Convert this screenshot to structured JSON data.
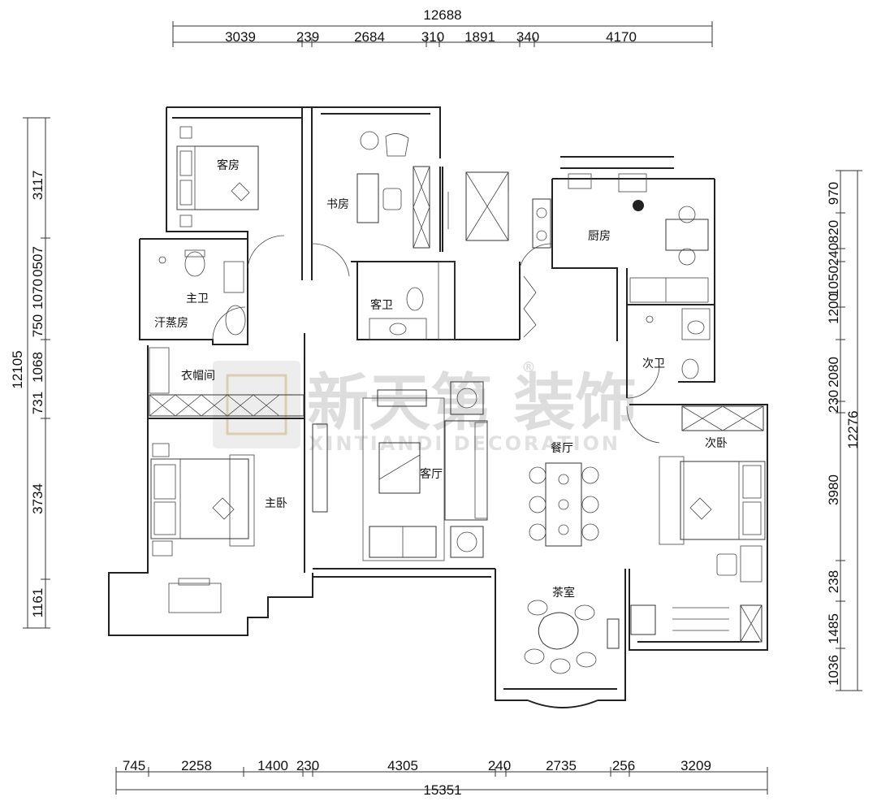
{
  "dimensions": {
    "top_total": "12688",
    "top_segments": [
      "3039",
      "239",
      "2684",
      "310",
      "1891",
      "340",
      "4170"
    ],
    "bottom_total": "15351",
    "bottom_segments": [
      "745",
      "2258",
      "1400",
      "230",
      "4305",
      "240",
      "2735",
      "256",
      "3209"
    ],
    "left_total": "12105",
    "left_segments": [
      "3117",
      "0507",
      "1070",
      "750",
      "1068",
      "731",
      "3734",
      "1161"
    ],
    "right_total": "12276",
    "right_segments": [
      "970",
      "820",
      "240",
      "1050",
      "1200",
      "2080",
      "230",
      "3980",
      "238",
      "1485",
      "1036"
    ]
  },
  "rooms": {
    "guest_room": "客房",
    "study": "书房",
    "kitchen": "厨房",
    "master_bath": "主卫",
    "sauna": "汗蒸房",
    "guest_bath": "客卫",
    "second_bath": "次卫",
    "cloakroom": "衣帽间",
    "living_room": "客厅",
    "dining_room": "餐厅",
    "second_bedroom": "次卧",
    "master_bedroom": "主卧",
    "tea_room": "茶室"
  },
  "watermark": {
    "brand": "新天第 装饰",
    "registered": "®",
    "subtitle": "XINTIANDI DECORATION"
  }
}
